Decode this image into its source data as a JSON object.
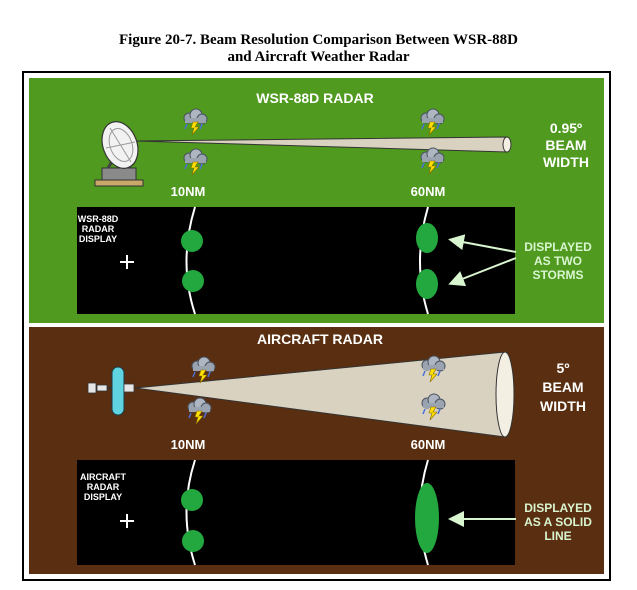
{
  "figure": {
    "title_line1": "Figure 20-7. Beam Resolution Comparison Between WSR-88D",
    "title_line2": "and Aircraft Weather Radar"
  },
  "wsr": {
    "header": "WSR-88D RADAR",
    "beam_value": "0.95º",
    "beam_line2": "BEAM",
    "beam_line3": "WIDTH",
    "range_near": "10NM",
    "range_far": "60NM",
    "display_line1": "WSR-88D",
    "display_line2": "RADAR",
    "display_line3": "DISPLAY",
    "callout_line1": "DISPLAYED",
    "callout_line2": "AS TWO",
    "callout_line3": "STORMS",
    "background_color": "#4f9a1f"
  },
  "aircraft": {
    "header": "AIRCRAFT RADAR",
    "beam_value": "5º",
    "beam_line2": "BEAM",
    "beam_line3": "WIDTH",
    "range_near": "10NM",
    "range_far": "60NM",
    "display_line1": "AIRCRAFT",
    "display_line2": "RADAR",
    "display_line3": "DISPLAY",
    "callout_line1": "DISPLAYED",
    "callout_line2": "AS A SOLID",
    "callout_line3": "LINE",
    "background_color": "#5a2e10"
  },
  "colors": {
    "storm_echo": "#22a83e",
    "display_bg": "#000000",
    "beam_fill": "#d9d2c0",
    "callout_text": "#d9f5d0"
  }
}
